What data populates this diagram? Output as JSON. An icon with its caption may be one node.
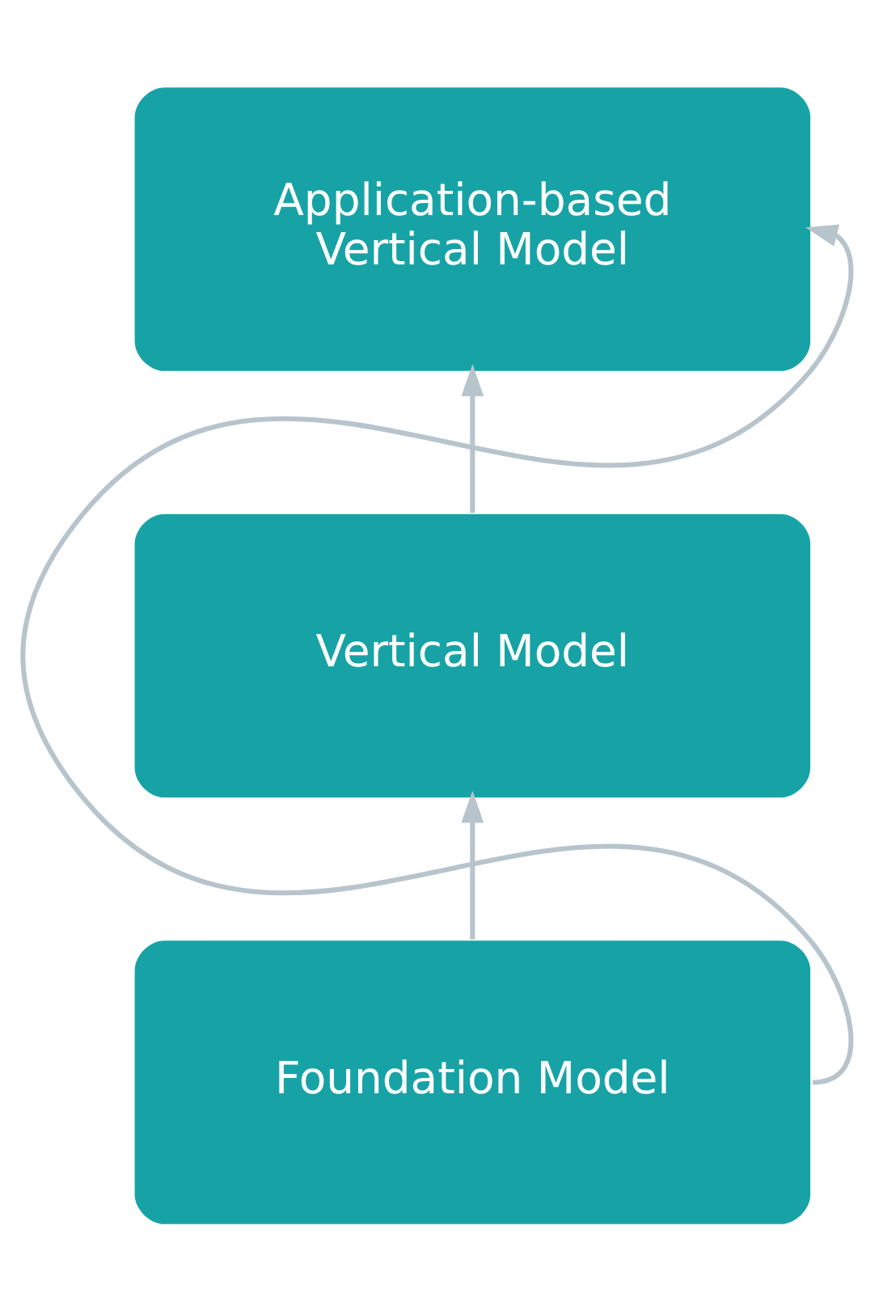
{
  "diagram": {
    "nodes": [
      {
        "text": [
          "Application-based Vertical Model"
        ]
      },
      {
        "text": [
          "Vertical Model"
        ]
      },
      {
        "text": [
          "Foundation Model"
        ]
      }
    ],
    "edges": [
      {
        "from": 1,
        "to": 0,
        "arrow": "to"
      },
      {
        "from": 2,
        "to": 1,
        "arrow": "to"
      },
      {
        "from": 2,
        "to": 0,
        "arrow": "to"
      }
    ]
  }
}
